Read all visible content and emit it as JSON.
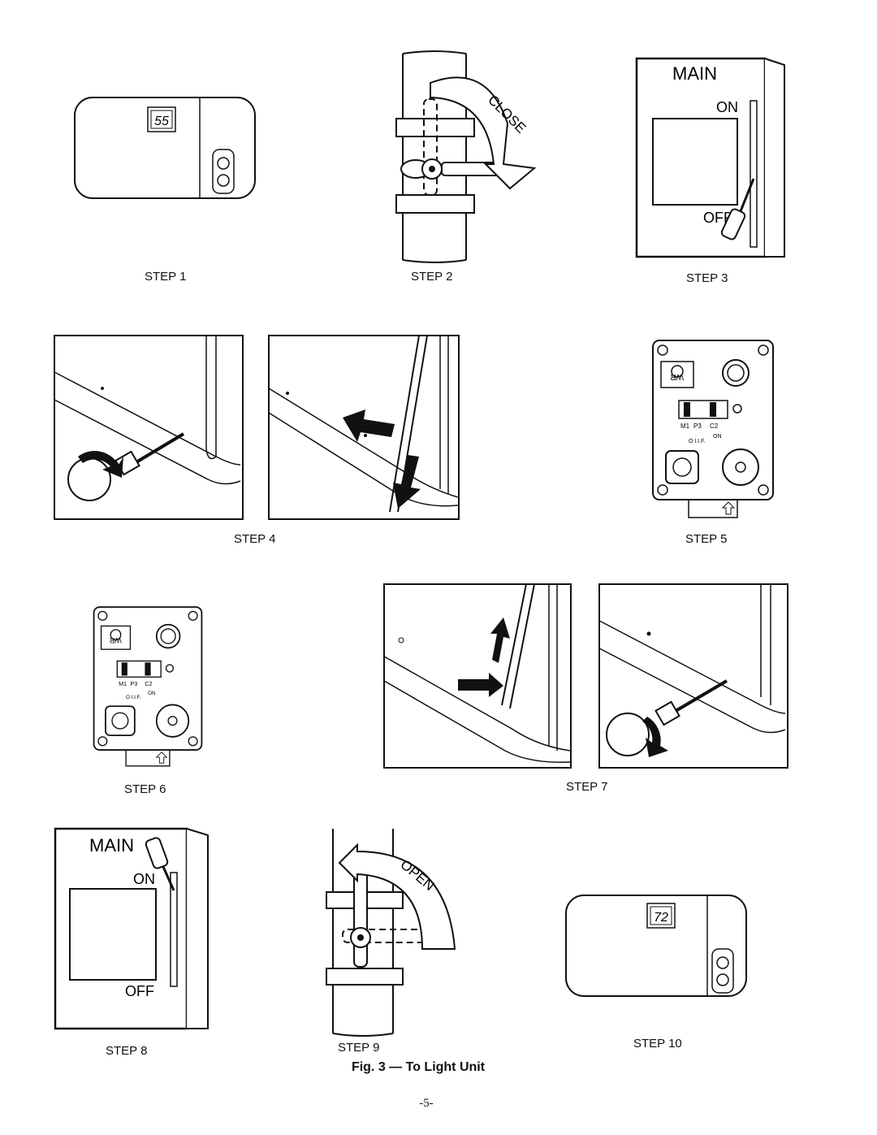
{
  "steps": {
    "step1": {
      "label": "STEP 1",
      "display": "55"
    },
    "step2": {
      "label": "STEP 2",
      "arrow_text": "CLOSE"
    },
    "step3": {
      "label": "STEP 3",
      "main": "MAIN",
      "on": "ON",
      "off": "OFF"
    },
    "step4": {
      "label": "STEP 4"
    },
    "step5": {
      "label": "STEP 5",
      "valve_marks": [
        "WR",
        "M1",
        "P3",
        "C2",
        "ON",
        "O I.I.F."
      ]
    },
    "step6": {
      "label": "STEP 6",
      "valve_marks": [
        "WR",
        "M1",
        "P3",
        "C2",
        "ON",
        "O I.I.F."
      ]
    },
    "step7": {
      "label": "STEP 7"
    },
    "step8": {
      "label": "STEP 8",
      "main": "MAIN",
      "on": "ON",
      "off": "OFF"
    },
    "step9": {
      "label": "STEP 9",
      "arrow_text": "OPEN"
    },
    "step10": {
      "label": "STEP 10",
      "display": "72"
    }
  },
  "figure_title": "Fig. 3 — To Light Unit",
  "page_number": "-5-"
}
